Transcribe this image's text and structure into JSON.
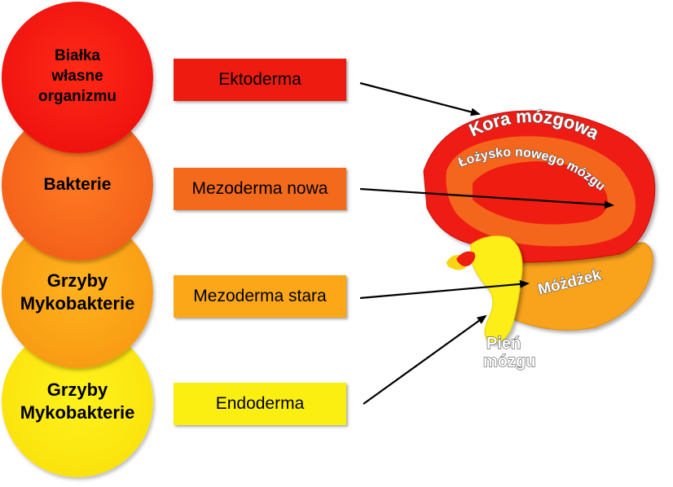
{
  "circles": [
    {
      "label": "Białka\nwłasne\norganizmu",
      "color": "#f01410"
    },
    {
      "label": "Bakterie",
      "color": "#f4621a"
    },
    {
      "label": "Grzyby\nMykobakterie",
      "color": "#f99d14"
    },
    {
      "label": "Grzyby\nMykobakterie",
      "color": "#fbe40e"
    }
  ],
  "layers": [
    {
      "label": "Ektoderma",
      "color": "#ee1c10"
    },
    {
      "label": "Mezoderma nowa",
      "color": "#f46a1c"
    },
    {
      "label": "Mezoderma stara",
      "color": "#fba718"
    },
    {
      "label": "Endoderma",
      "color": "#fbef12"
    }
  ],
  "brain": {
    "kora": "Kora mózgowa",
    "lozysko": "Łożysko nowego mózgu",
    "mozdzek": "Móżdżek",
    "pien_line1": "Pień",
    "pien_line2": "mózgu"
  }
}
